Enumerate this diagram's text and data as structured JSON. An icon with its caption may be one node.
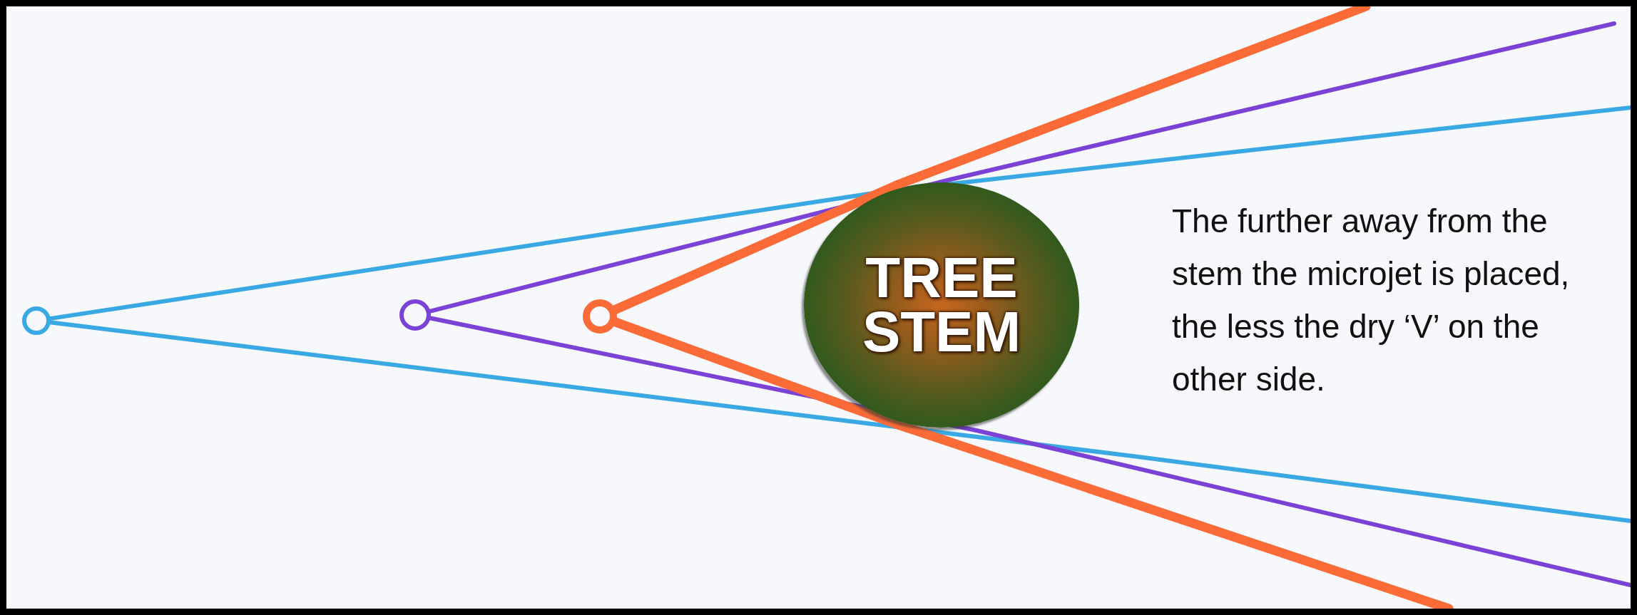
{
  "diagram": {
    "nodes": [
      {
        "text": [],
        "shape": "circle"
      },
      {
        "text": [],
        "shape": "circle"
      },
      {
        "text": [],
        "shape": "circle"
      },
      {
        "text": [
          "TREE STEM"
        ]
      }
    ],
    "edges": [
      {
        "from": 0,
        "to": null,
        "arrow": "none",
        "color": "#3aa8e3"
      },
      {
        "from": 0,
        "to": null,
        "arrow": "none",
        "color": "#3aa8e3"
      },
      {
        "from": 1,
        "to": null,
        "arrow": "none",
        "color": "#7b42d6"
      },
      {
        "from": 1,
        "to": null,
        "arrow": "none",
        "color": "#7b42d6"
      },
      {
        "from": 2,
        "to": null,
        "arrow": "none",
        "style": "thick",
        "color": "#fb6b38"
      },
      {
        "from": 2,
        "to": null,
        "arrow": "none",
        "style": "thick",
        "color": "#fb6b38"
      }
    ],
    "labels": [
      "The further away from the stem the microjet is placed, the less the dry ‘V’ on the other side."
    ]
  }
}
